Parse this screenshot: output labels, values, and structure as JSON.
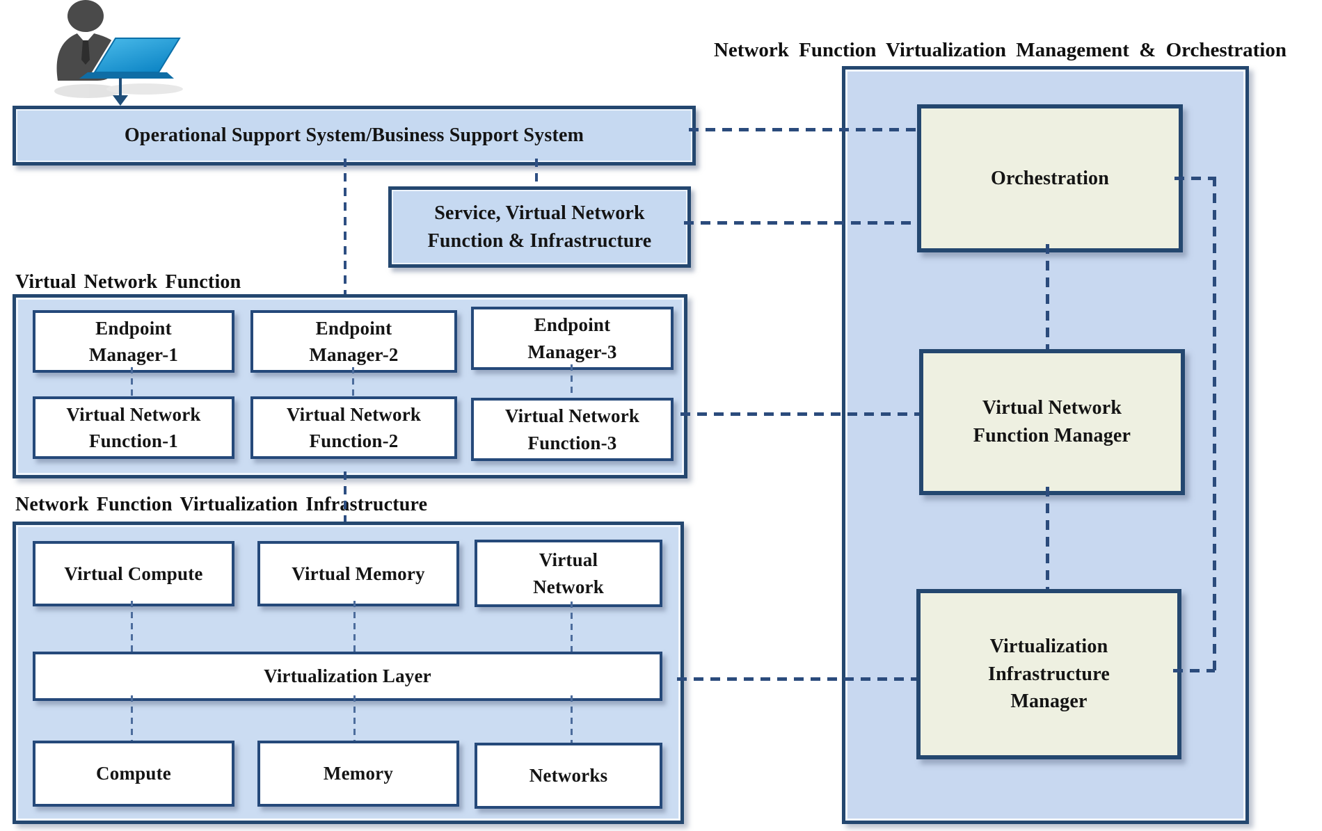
{
  "diagram": {
    "user": {
      "icon": "person-at-laptop"
    },
    "oss_bss": {
      "label": "Operational Support System/Business Support System"
    },
    "service_box": {
      "lines": [
        "Service, Virtual Network",
        "Function & Infrastructure"
      ]
    },
    "vnf_section": {
      "label": "Virtual Network Function",
      "endpoint_managers": [
        [
          "Endpoint",
          "Manager-1"
        ],
        [
          "Endpoint",
          "Manager-2"
        ],
        [
          "Endpoint",
          "Manager-3"
        ]
      ],
      "functions": [
        [
          "Virtual Network",
          "Function-1"
        ],
        [
          "Virtual Network",
          "Function-2"
        ],
        [
          "Virtual Network",
          "Function-3"
        ]
      ]
    },
    "nfvi_section": {
      "label": "Network Function Virtualization Infrastructure",
      "virtual_resources": [
        [
          "Virtual Compute"
        ],
        [
          "Virtual Memory"
        ],
        [
          "Virtual",
          "Network"
        ]
      ],
      "virtualization_layer": "Virtualization Layer",
      "hardware_resources": [
        "Compute",
        "Memory",
        "Networks"
      ]
    },
    "mano_section": {
      "title": "Network Function Virtualization Management & Orchestration",
      "orchestration": "Orchestration",
      "vnf_manager": [
        "Virtual Network",
        "Function Manager"
      ],
      "vim": [
        "Virtualization",
        "Infrastructure",
        "Manager"
      ]
    },
    "colors": {
      "navy_border": "#24476f",
      "dash_line": "#2b4b7c",
      "box_blue_fill": "#c6d9f1",
      "container_blue_fill": "#cbdcf2",
      "mano_blue_fill": "#c8d8f0",
      "pale_green_fill": "#eef0e1",
      "white_fill": "#ffffff",
      "laptop_blue": "#1e9bd7",
      "person_gray": "#4a4a4a",
      "text": "#141414"
    }
  }
}
